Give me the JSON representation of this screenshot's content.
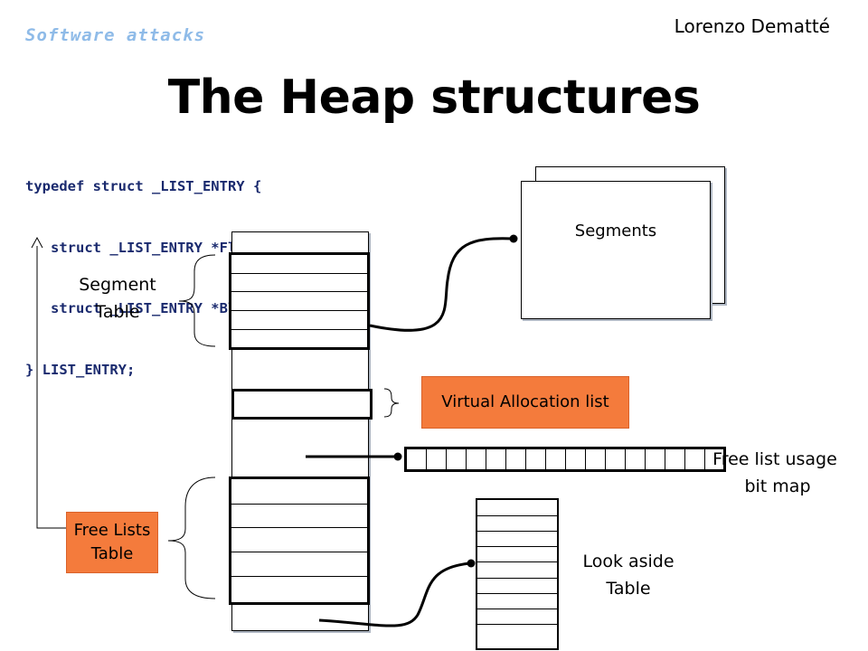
{
  "header": {
    "topic": "Software attacks",
    "author": "Lorenzo Dematté"
  },
  "title": "The Heap structures",
  "code": {
    "lines": [
      "typedef struct _LIST_ENTRY {",
      "   struct _LIST_ENTRY *Flink;",
      "   struct _LIST_ENTRY *Blink;",
      "} LIST_ENTRY;"
    ]
  },
  "diagram": {
    "segments_label": "Segments",
    "segment_table_label_1": "Segment",
    "segment_table_label_2": "Table",
    "virtual_allocation_label": "Virtual Allocation list",
    "free_list_bitmap_label_1": "Free list usage",
    "free_list_bitmap_label_2": "bit map",
    "free_lists_table_label_1": "Free Lists",
    "free_lists_table_label_2": "Table",
    "look_aside_label_1": "Look aside",
    "look_aside_label_2": "Table",
    "colors": {
      "orange": "#f47b3c",
      "topic_blue": "#8fbbe8",
      "code_navy": "#1a2a6e"
    }
  }
}
